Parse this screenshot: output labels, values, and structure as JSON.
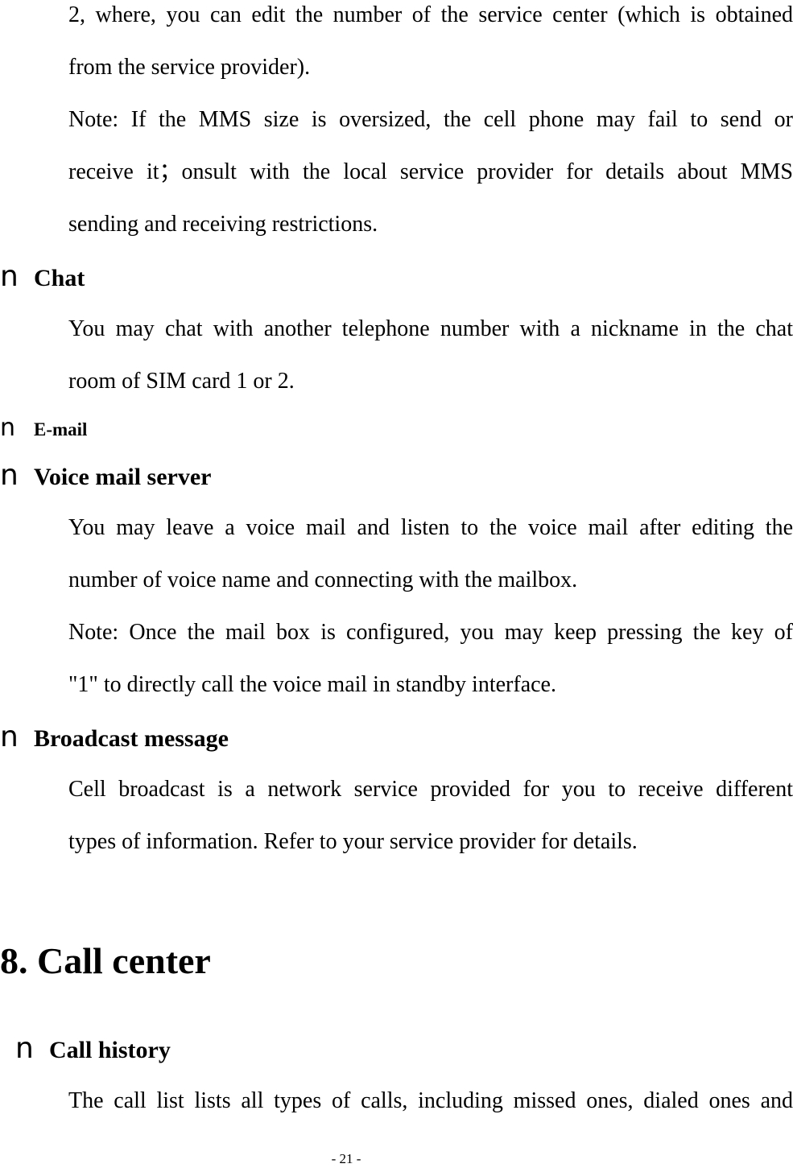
{
  "page": {
    "background_color": "#ffffff",
    "text_color": "#000000",
    "footer": {
      "page_number_label": "- 21 -"
    }
  },
  "document": {
    "blocks": [
      {
        "type": "paragraph",
        "lines": [
          {
            "text": "2, where, you can edit the number of the service center (which is obtained",
            "justify": true
          },
          {
            "text": "from the service provider).",
            "justify": false
          }
        ]
      },
      {
        "type": "paragraph",
        "lines": [
          {
            "text": "Note: If the MMS size is oversized, the cell phone may fail to send or",
            "justify": true
          },
          {
            "text": "receive it；onsult with the local service provider for details about MMS",
            "justify": true
          },
          {
            "text": "sending and receiving restrictions.",
            "justify": false
          }
        ]
      },
      {
        "type": "bullet",
        "marker": "n",
        "label": "Chat",
        "variant": ""
      },
      {
        "type": "paragraph",
        "lines": [
          {
            "text": "You may chat with another telephone number with a nickname in the chat",
            "justify": true
          },
          {
            "text": "room of SIM card 1 or 2.",
            "justify": false
          }
        ]
      },
      {
        "type": "bullet",
        "marker": "n",
        "label": "E-mail",
        "variant": "small"
      },
      {
        "type": "bullet",
        "marker": "n",
        "label": "Voice mail server",
        "variant": ""
      },
      {
        "type": "paragraph",
        "lines": [
          {
            "text": "You may leave a voice mail and listen to the voice mail after editing the",
            "justify": true
          },
          {
            "text": "number of voice name and connecting with the mailbox.",
            "justify": false
          }
        ]
      },
      {
        "type": "paragraph",
        "lines": [
          {
            "text": "Note: Once the mail box is configured, you may keep pressing the key of",
            "justify": true
          },
          {
            "text": "\"1\" to directly call the voice mail in standby interface.",
            "justify": false
          }
        ]
      },
      {
        "type": "bullet",
        "marker": "n",
        "label": "Broadcast message",
        "variant": ""
      },
      {
        "type": "paragraph",
        "lines": [
          {
            "text": "Cell broadcast is a network service provided for you to receive different",
            "justify": true
          },
          {
            "text": "types of information. Refer to your service provider for details.",
            "justify": false
          }
        ]
      },
      {
        "type": "heading",
        "text": "8. Call center"
      },
      {
        "type": "bullet",
        "marker": "n",
        "label": "Call history",
        "variant": "indented"
      },
      {
        "type": "paragraph",
        "lines": [
          {
            "text": "The call list lists all types of calls, including missed ones, dialed ones and",
            "justify": true
          }
        ]
      }
    ]
  }
}
